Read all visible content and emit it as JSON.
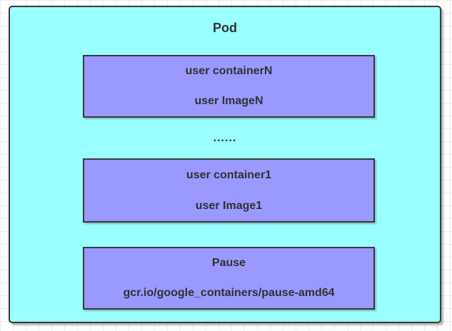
{
  "diagram": {
    "title": "Pod",
    "ellipsis": "......",
    "containers": [
      {
        "name": "user containerN",
        "image": "user ImageN"
      },
      {
        "name": "user container1",
        "image": "user Image1"
      },
      {
        "name": "Pause",
        "image": "gcr.io/google_containers/pause-amd64"
      }
    ],
    "colors": {
      "pod_fill": "#99ffff",
      "container_fill": "#9999ff",
      "shape_border": "#3a3a3a",
      "text": "#333333",
      "canvas_grid": "#ececec",
      "canvas_bg": "#ffffff"
    }
  }
}
